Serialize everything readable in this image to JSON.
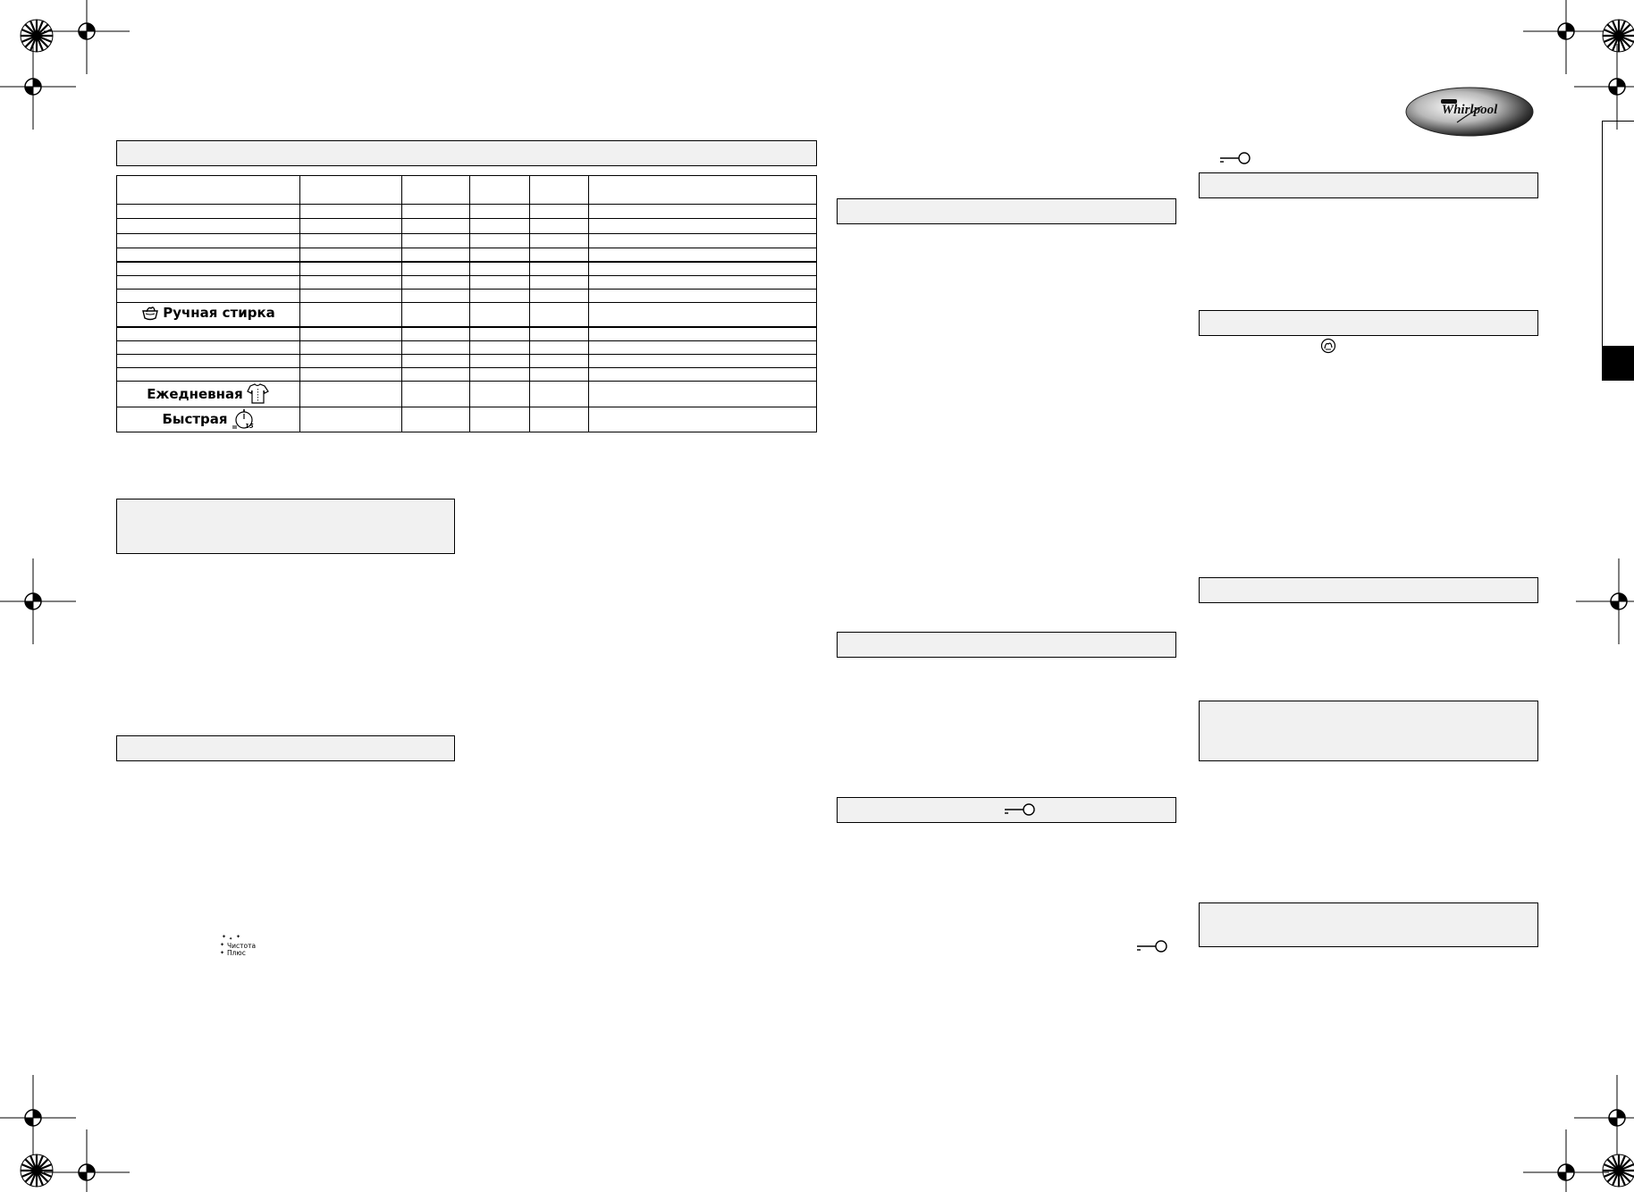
{
  "brand": {
    "logo_text": "Whirlpool"
  },
  "program_table": {
    "rows": [
      {
        "name": ""
      },
      {
        "name": ""
      },
      {
        "name": ""
      },
      {
        "name": ""
      },
      {
        "name": ""
      },
      {
        "name": ""
      },
      {
        "name": ""
      },
      {
        "name": "Ручная стирка",
        "icon": "hand-wash-icon"
      },
      {
        "name": ""
      },
      {
        "name": ""
      },
      {
        "name": ""
      },
      {
        "name": ""
      },
      {
        "name": "Ежедневная",
        "icon": "shirt-icon"
      },
      {
        "name": "Быстрая",
        "icon": "timer-15-icon"
      }
    ]
  },
  "icons": {
    "chistota_plus_line1": "Чистота",
    "chistota_plus_line2": "Плюс",
    "timer_label": "15"
  },
  "colors": {
    "section_fill": "#f1f1f1",
    "line": "#000000",
    "sidebar_tab": "#000000"
  }
}
